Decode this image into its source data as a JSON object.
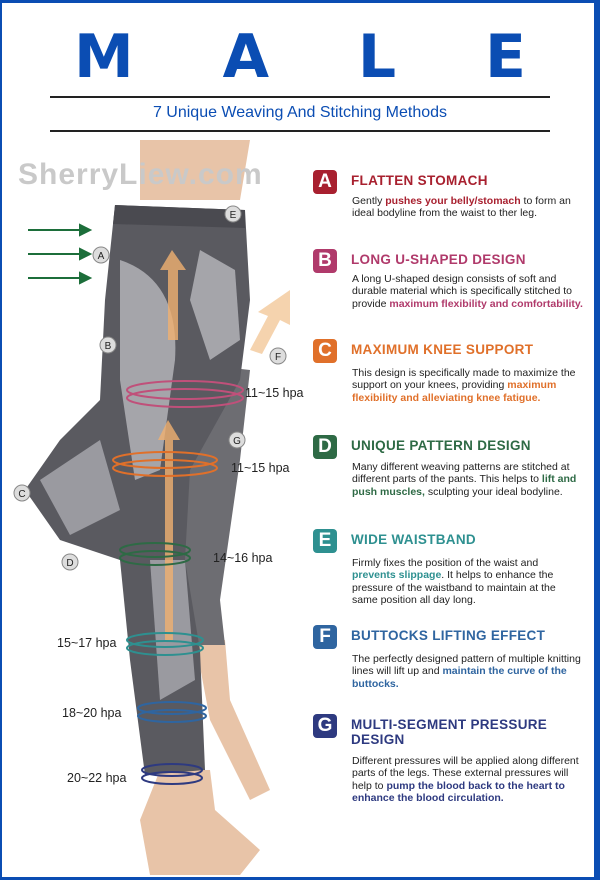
{
  "title": "M A L E",
  "subtitle": "7 Unique Weaving And Stitching Methods",
  "watermark": "SherryLiew.com",
  "colors": {
    "brand": "#0b4db3",
    "A": "#a8202f",
    "B": "#b03a6b",
    "C": "#e0702a",
    "D": "#2e6a45",
    "E": "#2e9090",
    "F": "#2f65a0",
    "G": "#2e3a80"
  },
  "sections": [
    {
      "letter": "A",
      "heading": "FLATTEN STOMACH",
      "pre": "Gently ",
      "bold": "pushes your belly/stomach",
      "post": " to form an ideal bodyline from the waist to ther leg."
    },
    {
      "letter": "B",
      "heading": "LONG U-SHAPED DESIGN",
      "pre": "A long U-shaped design consists of soft and durable material which is specifically stitched to provide ",
      "bold": "maximum flexibility and comfortability.",
      "post": ""
    },
    {
      "letter": "C",
      "heading": "MAXIMUM KNEE SUPPORT",
      "pre": "This design is specifically made to maximize the support on your knees, providing ",
      "bold": "maximum flexibility and alleviating knee fatigue.",
      "post": ""
    },
    {
      "letter": "D",
      "heading": "UNIQUE PATTERN DESIGN",
      "pre": "Many different weaving patterns are stitched at different parts of the pants. This helps to ",
      "bold": "lift and push muscles,",
      "post": " sculpting your ideal bodyline."
    },
    {
      "letter": "E",
      "heading": "WIDE WAISTBAND",
      "pre": "Firmly fixes the position of the waist and ",
      "bold": "prevents slippage",
      "post": ". It helps to enhance the pressure of the waistband to maintain at the same position all day long."
    },
    {
      "letter": "F",
      "heading": "BUTTOCKS LIFTING EFFECT",
      "pre": "The perfectly designed pattern of multiple knitting lines will lift up and ",
      "bold": "maintain the curve of the buttocks.",
      "post": ""
    },
    {
      "letter": "G",
      "heading": "MULTI-SEGMENT PRESSURE DESIGN",
      "pre": "Different pressures will be applied along different parts of the legs. These external pressures will help to ",
      "bold": "pump the blood back to the heart to enhance the blood circulation.",
      "post": ""
    }
  ],
  "pressures": [
    "11~15 hpa",
    "11~15 hpa",
    "14~16 hpa",
    "15~17 hpa",
    "18~20 hpa",
    "20~22 hpa"
  ],
  "markers": [
    "A",
    "B",
    "C",
    "D",
    "E",
    "F",
    "G"
  ]
}
